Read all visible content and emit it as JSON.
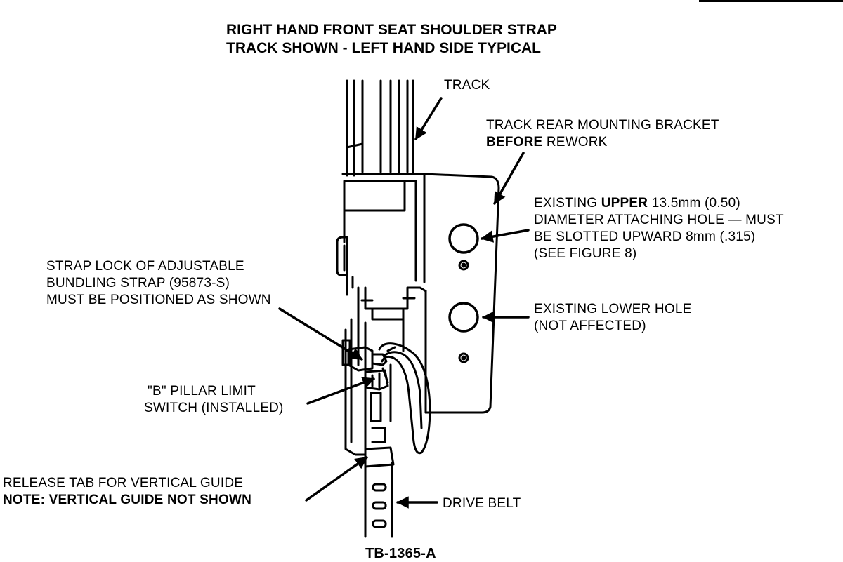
{
  "title": {
    "line1": "RIGHT HAND FRONT SEAT SHOULDER STRAP",
    "line2": "TRACK SHOWN - LEFT HAND SIDE TYPICAL"
  },
  "labels": {
    "track": "TRACK",
    "bracket_line1": "TRACK REAR MOUNTING BRACKET",
    "bracket_bold": "BEFORE",
    "bracket_rest": " REWORK",
    "upper_prefix": "EXISTING ",
    "upper_bold": "UPPER",
    "upper_suffix": " 13.5mm (0.50)",
    "upper_line2": "DIAMETER ATTACHING HOLE — MUST",
    "upper_line3": "BE SLOTTED UPWARD 8mm (.315)",
    "upper_line4": "(SEE FIGURE 8)",
    "lower_line1": "EXISTING LOWER HOLE",
    "lower_line2": "(NOT AFFECTED)",
    "strap_line1": "STRAP LOCK OF ADJUSTABLE",
    "strap_line2": "BUNDLING STRAP (95873-S)",
    "strap_line3": "MUST BE POSITIONED AS SHOWN",
    "pillar_line1": "\"B\" PILLAR LIMIT",
    "pillar_line2": "SWITCH (INSTALLED)",
    "release_line1": "RELEASE TAB FOR VERTICAL GUIDE",
    "release_line2": "NOTE: VERTICAL GUIDE NOT SHOWN",
    "drive_belt": "DRIVE BELT"
  },
  "figure_id": "TB-1365-A"
}
